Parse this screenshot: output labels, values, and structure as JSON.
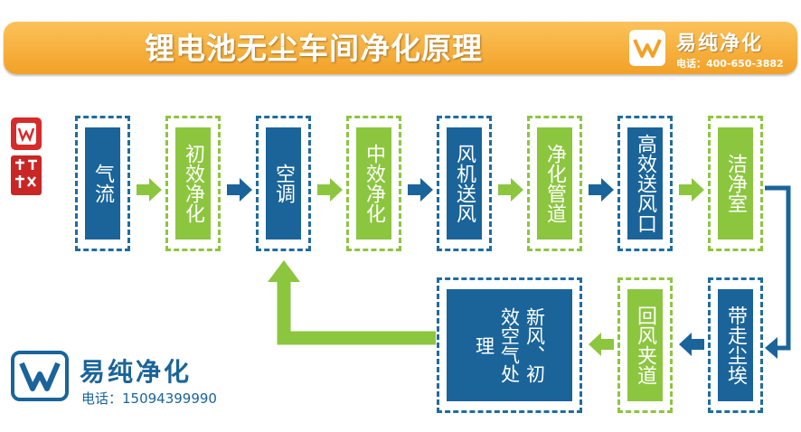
{
  "header": {
    "title": "锂电池无尘车间净化原理",
    "brand": "易纯净化",
    "phone": "电话：400-650-3882"
  },
  "seal": {
    "text": "易纯净化"
  },
  "flow": {
    "top_row": [
      "气流",
      "初效净化",
      "空调",
      "中效净化",
      "风机送风",
      "净化管道",
      "高效送风口",
      "洁净室"
    ],
    "bottom_row": [
      "带走尘埃",
      "回风夹道",
      "新风、初效空气处理"
    ]
  },
  "bottom_brand": {
    "name": "易纯净化",
    "phone": "电话：15094399990"
  },
  "colors": {
    "blue": "#1a649a",
    "green": "#8cc63f",
    "orange": "#f2a127"
  }
}
